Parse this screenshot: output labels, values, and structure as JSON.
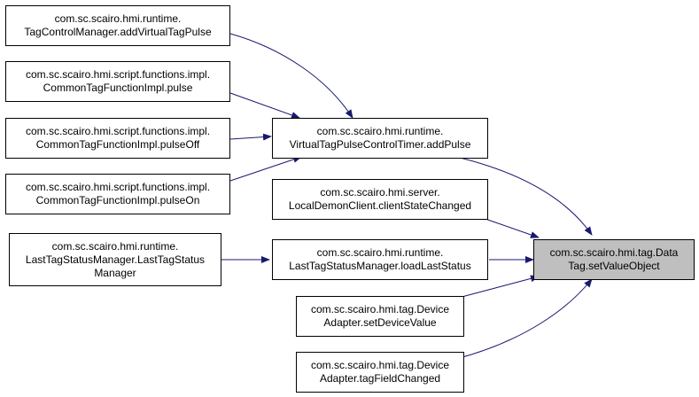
{
  "colors": {
    "edge": "#191970",
    "focus_fill": "#bfbfbf",
    "node_fill": "#ffffff",
    "border": "#000000"
  },
  "nodes": {
    "focus": {
      "line1": "com.sc.scairo.hmi.tag.Data",
      "line2": "Tag.setValueObject"
    },
    "add_pulse": {
      "line1": "com.sc.scairo.hmi.runtime.",
      "line2": "VirtualTagPulseControlTimer.addPulse"
    },
    "client_state_changed": {
      "line1": "com.sc.scairo.hmi.server.",
      "line2": "LocalDemonClient.clientStateChanged"
    },
    "load_last_status": {
      "line1": "com.sc.scairo.hmi.runtime.",
      "line2": "LastTagStatusManager.loadLastStatus"
    },
    "set_device_value": {
      "line1": "com.sc.scairo.hmi.tag.Device",
      "line2": "Adapter.setDeviceValue"
    },
    "tag_field_changed": {
      "line1": "com.sc.scairo.hmi.tag.Device",
      "line2": "Adapter.tagFieldChanged"
    },
    "add_virtual_tag_pulse": {
      "line1": "com.sc.scairo.hmi.runtime.",
      "line2": "TagControlManager.addVirtualTagPulse"
    },
    "pulse": {
      "line1": "com.sc.scairo.hmi.script.functions.impl.",
      "line2": "CommonTagFunctionImpl.pulse"
    },
    "pulse_off": {
      "line1": "com.sc.scairo.hmi.script.functions.impl.",
      "line2": "CommonTagFunctionImpl.pulseOff"
    },
    "pulse_on": {
      "line1": "com.sc.scairo.hmi.script.functions.impl.",
      "line2": "CommonTagFunctionImpl.pulseOn"
    },
    "last_tag_status_manager": {
      "line1": "com.sc.scairo.hmi.runtime.",
      "line2": "LastTagStatusManager.LastTagStatus",
      "line3": "Manager"
    }
  }
}
